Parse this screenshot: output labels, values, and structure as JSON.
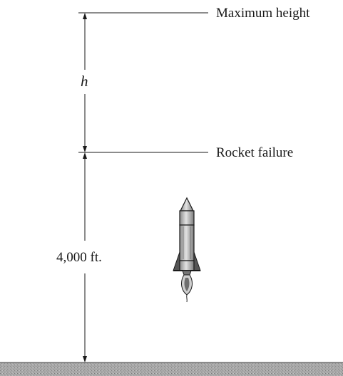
{
  "labels": {
    "max_height": "Maximum height",
    "rocket_failure": "Rocket failure",
    "h": "h",
    "distance": "4,000 ft."
  },
  "colors": {
    "ink": "#1a1a1a",
    "rocket_body": "#bdbdbd",
    "ground": "#9a9a9a"
  }
}
